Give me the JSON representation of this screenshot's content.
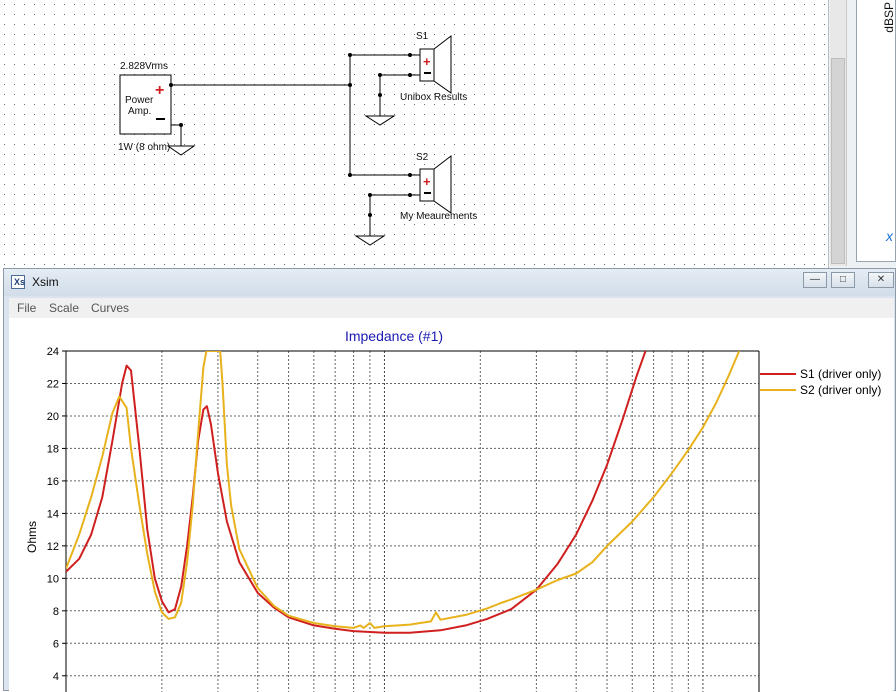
{
  "schematic": {
    "amp_voltage": "2.828Vrms",
    "amp_label_line1": "Power",
    "amp_label_line2": "Amp.",
    "amp_power": "1W (8 ohm)",
    "s1_name": "S1",
    "s1_desc": "Unibox Results",
    "s2_name": "S2",
    "s2_desc": "My Meaurements",
    "side_panel_text": "dBSP"
  },
  "window": {
    "title": "Xsim",
    "icon_text": "Xs",
    "min_glyph": "—",
    "max_glyph": "□",
    "close_glyph": "✕"
  },
  "menu": {
    "items": [
      "File",
      "Scale",
      "Curves"
    ]
  },
  "colors": {
    "s1": "#d01f1f",
    "s2": "#e8b21c",
    "title": "#1a1ab5"
  },
  "chart_data": {
    "type": "line",
    "title": "Impedance (#1)",
    "ylabel": "Ohms",
    "ylim": [
      3,
      24
    ],
    "yticks": [
      4,
      6,
      8,
      10,
      12,
      14,
      16,
      18,
      20,
      22,
      24
    ],
    "xscale": "log",
    "legend": "right",
    "grid": true,
    "series": [
      {
        "name": "S1 (driver only)",
        "color": "#d01f1f",
        "points": [
          [
            10,
            10.4
          ],
          [
            11,
            11.2
          ],
          [
            12,
            12.7
          ],
          [
            13,
            15
          ],
          [
            14,
            18.5
          ],
          [
            15,
            22
          ],
          [
            15.5,
            23.1
          ],
          [
            16,
            22.8
          ],
          [
            17,
            18
          ],
          [
            18,
            13
          ],
          [
            19,
            10
          ],
          [
            20,
            8.6
          ],
          [
            21,
            7.9
          ],
          [
            22,
            8.1
          ],
          [
            23,
            9.5
          ],
          [
            24,
            12
          ],
          [
            25,
            15
          ],
          [
            26,
            18.5
          ],
          [
            27,
            20.4
          ],
          [
            27.7,
            20.6
          ],
          [
            28.5,
            19.5
          ],
          [
            30,
            16.5
          ],
          [
            32,
            13.5
          ],
          [
            35,
            11
          ],
          [
            40,
            9.1
          ],
          [
            45,
            8.2
          ],
          [
            50,
            7.6
          ],
          [
            60,
            7.1
          ],
          [
            70,
            6.9
          ],
          [
            80,
            6.75
          ],
          [
            100,
            6.65
          ],
          [
            120,
            6.65
          ],
          [
            150,
            6.8
          ],
          [
            180,
            7.1
          ],
          [
            210,
            7.5
          ],
          [
            250,
            8.1
          ],
          [
            300,
            9.3
          ],
          [
            350,
            10.9
          ],
          [
            400,
            12.7
          ],
          [
            450,
            14.8
          ],
          [
            500,
            17
          ],
          [
            560,
            19.8
          ],
          [
            620,
            22.5
          ],
          [
            660,
            24
          ]
        ]
      },
      {
        "name": "S2 (driver only)",
        "color": "#e8b21c",
        "points": [
          [
            10,
            10.6
          ],
          [
            11,
            12.7
          ],
          [
            12,
            15
          ],
          [
            13,
            17.5
          ],
          [
            14,
            20.2
          ],
          [
            14.7,
            21.2
          ],
          [
            15.5,
            20.5
          ],
          [
            16,
            18
          ],
          [
            17,
            14.5
          ],
          [
            18,
            11.5
          ],
          [
            19,
            9.2
          ],
          [
            20,
            7.9
          ],
          [
            21,
            7.5
          ],
          [
            22,
            7.6
          ],
          [
            23,
            8.5
          ],
          [
            24,
            11
          ],
          [
            25,
            14.5
          ],
          [
            26,
            19
          ],
          [
            27,
            23
          ],
          [
            27.6,
            24
          ],
          [
            30.5,
            24
          ],
          [
            31,
            22
          ],
          [
            32,
            17
          ],
          [
            33,
            14.5
          ],
          [
            35,
            11.8
          ],
          [
            40,
            9.4
          ],
          [
            45,
            8.3
          ],
          [
            50,
            7.7
          ],
          [
            60,
            7.25
          ],
          [
            70,
            7.05
          ],
          [
            80,
            6.95
          ],
          [
            84,
            7.1
          ],
          [
            86,
            6.95
          ],
          [
            90,
            7.25
          ],
          [
            93,
            6.95
          ],
          [
            100,
            7.05
          ],
          [
            120,
            7.15
          ],
          [
            140,
            7.35
          ],
          [
            145,
            7.9
          ],
          [
            150,
            7.45
          ],
          [
            180,
            7.75
          ],
          [
            210,
            8.15
          ],
          [
            230,
            8.45
          ],
          [
            250,
            8.7
          ],
          [
            300,
            9.3
          ],
          [
            350,
            9.9
          ],
          [
            400,
            10.3
          ],
          [
            450,
            11
          ],
          [
            500,
            12
          ],
          [
            600,
            13.5
          ],
          [
            700,
            15
          ],
          [
            800,
            16.5
          ],
          [
            900,
            17.9
          ],
          [
            1000,
            19.3
          ],
          [
            1100,
            20.8
          ],
          [
            1200,
            22.4
          ],
          [
            1300,
            24
          ]
        ]
      }
    ]
  }
}
